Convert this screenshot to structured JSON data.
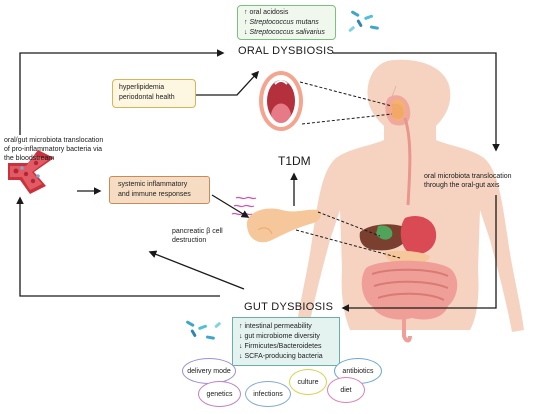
{
  "oral_box": {
    "lines": [
      {
        "arrow": "↑",
        "text": "oral acidosis",
        "italic": false
      },
      {
        "arrow": "↑",
        "text": "Streptococcus mutans",
        "italic": true
      },
      {
        "arrow": "↓",
        "text": "Streptococcus salivarius",
        "italic": true
      }
    ]
  },
  "oral_title": "ORAL DYSBIOSIS",
  "hyper_box": {
    "line1": "hyperlipidemia",
    "line2": "periodontal health"
  },
  "left_text": [
    "oral/gut microbiota translocation",
    "of pro-inflammatory bacteria via",
    "the bloodstream"
  ],
  "right_text": [
    "oral microbiota translocation",
    "through the oral-gut axis"
  ],
  "t1dm": "T1DM",
  "systemic_box": [
    "systemic inflammatory",
    "and immune responses"
  ],
  "pancreatic_text": [
    "pancreatic β cell",
    "destruction"
  ],
  "gut_title": "GUT DYSBIOSIS",
  "gut_box": [
    {
      "arrow": "↑",
      "text": "intestinal permeability"
    },
    {
      "arrow": "↓",
      "text": "gut microbiome diversity"
    },
    {
      "arrow": "↓",
      "text": "Firmicutes/Bacteroidetes"
    },
    {
      "arrow": "↓",
      "text": "SCFA-producing bacteria"
    }
  ],
  "factors": {
    "delivery_mode": "delivery mode",
    "antibiotics": "antibiotics",
    "genetics": "genetics",
    "infections": "infections",
    "culture": "culture",
    "diet": "diet"
  },
  "colors": {
    "arrow": "#1a1a1a",
    "oral_box_border": "#7cc07e",
    "hyper_box_border": "#d9b35a",
    "systemic_box_border": "#c98a5a",
    "gut_box_border": "#6aaea7",
    "body": "#f6d3c1",
    "esophagus": "#e9968c",
    "intestine": "#ef9f98",
    "liver": "#7a3f2f",
    "stomach": "#d94a55",
    "pancreas": "#f6c79a",
    "delivery_mode_border": "#9b8fd6",
    "antibiotics_border": "#6aa8d8",
    "genetics_border": "#c27fc2",
    "infections_border": "#7fa8d8",
    "culture_border": "#d8d24a",
    "diet_border": "#e07fb0"
  }
}
